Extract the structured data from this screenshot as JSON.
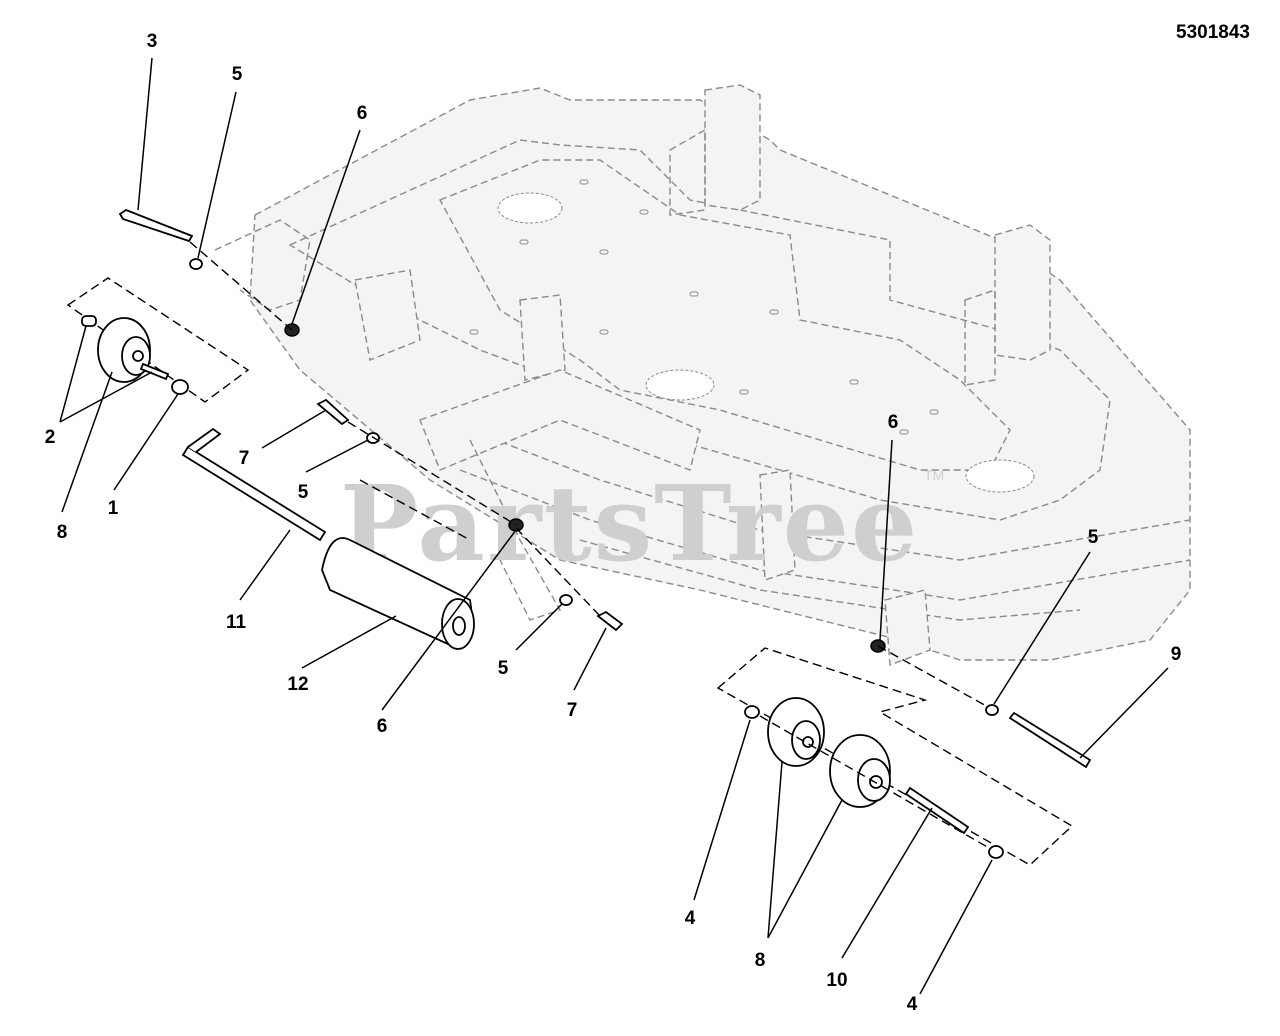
{
  "drawing_number": "5301843",
  "watermark": {
    "text": "PartsTree",
    "trademark": "TM"
  },
  "callouts": [
    {
      "id": "c-3",
      "label": "3"
    },
    {
      "id": "c-5a",
      "label": "5"
    },
    {
      "id": "c-6a",
      "label": "6"
    },
    {
      "id": "c-2",
      "label": "2"
    },
    {
      "id": "c-8a",
      "label": "8"
    },
    {
      "id": "c-1",
      "label": "1"
    },
    {
      "id": "c-7a",
      "label": "7"
    },
    {
      "id": "c-5b",
      "label": "5"
    },
    {
      "id": "c-11",
      "label": "11"
    },
    {
      "id": "c-12",
      "label": "12"
    },
    {
      "id": "c-6b",
      "label": "6"
    },
    {
      "id": "c-5c",
      "label": "5"
    },
    {
      "id": "c-7b",
      "label": "7"
    },
    {
      "id": "c-6c",
      "label": "6"
    },
    {
      "id": "c-5d",
      "label": "5"
    },
    {
      "id": "c-9",
      "label": "9"
    },
    {
      "id": "c-4a",
      "label": "4"
    },
    {
      "id": "c-8b",
      "label": "8"
    },
    {
      "id": "c-10",
      "label": "10"
    },
    {
      "id": "c-4b",
      "label": "4"
    }
  ]
}
